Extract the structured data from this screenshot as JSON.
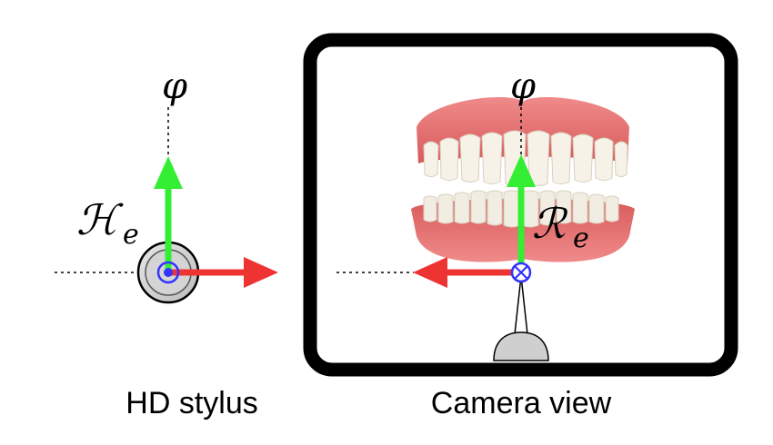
{
  "left_panel": {
    "axis_label": "φ",
    "frame_label_main": "ℋ",
    "frame_label_sub": "e",
    "caption": "HD stylus"
  },
  "right_panel": {
    "axis_label": "φ",
    "frame_label_main": "ℛ",
    "frame_label_sub": "e",
    "caption": "Camera view"
  },
  "colors": {
    "y_axis": "#33ee33",
    "x_axis": "#ee3333",
    "origin_marker": "#3333ff",
    "frame_border": "#000000",
    "stylus_disc": "#d0d0d0",
    "gum": "#e86a6a",
    "teeth": "#f4f0e6"
  }
}
